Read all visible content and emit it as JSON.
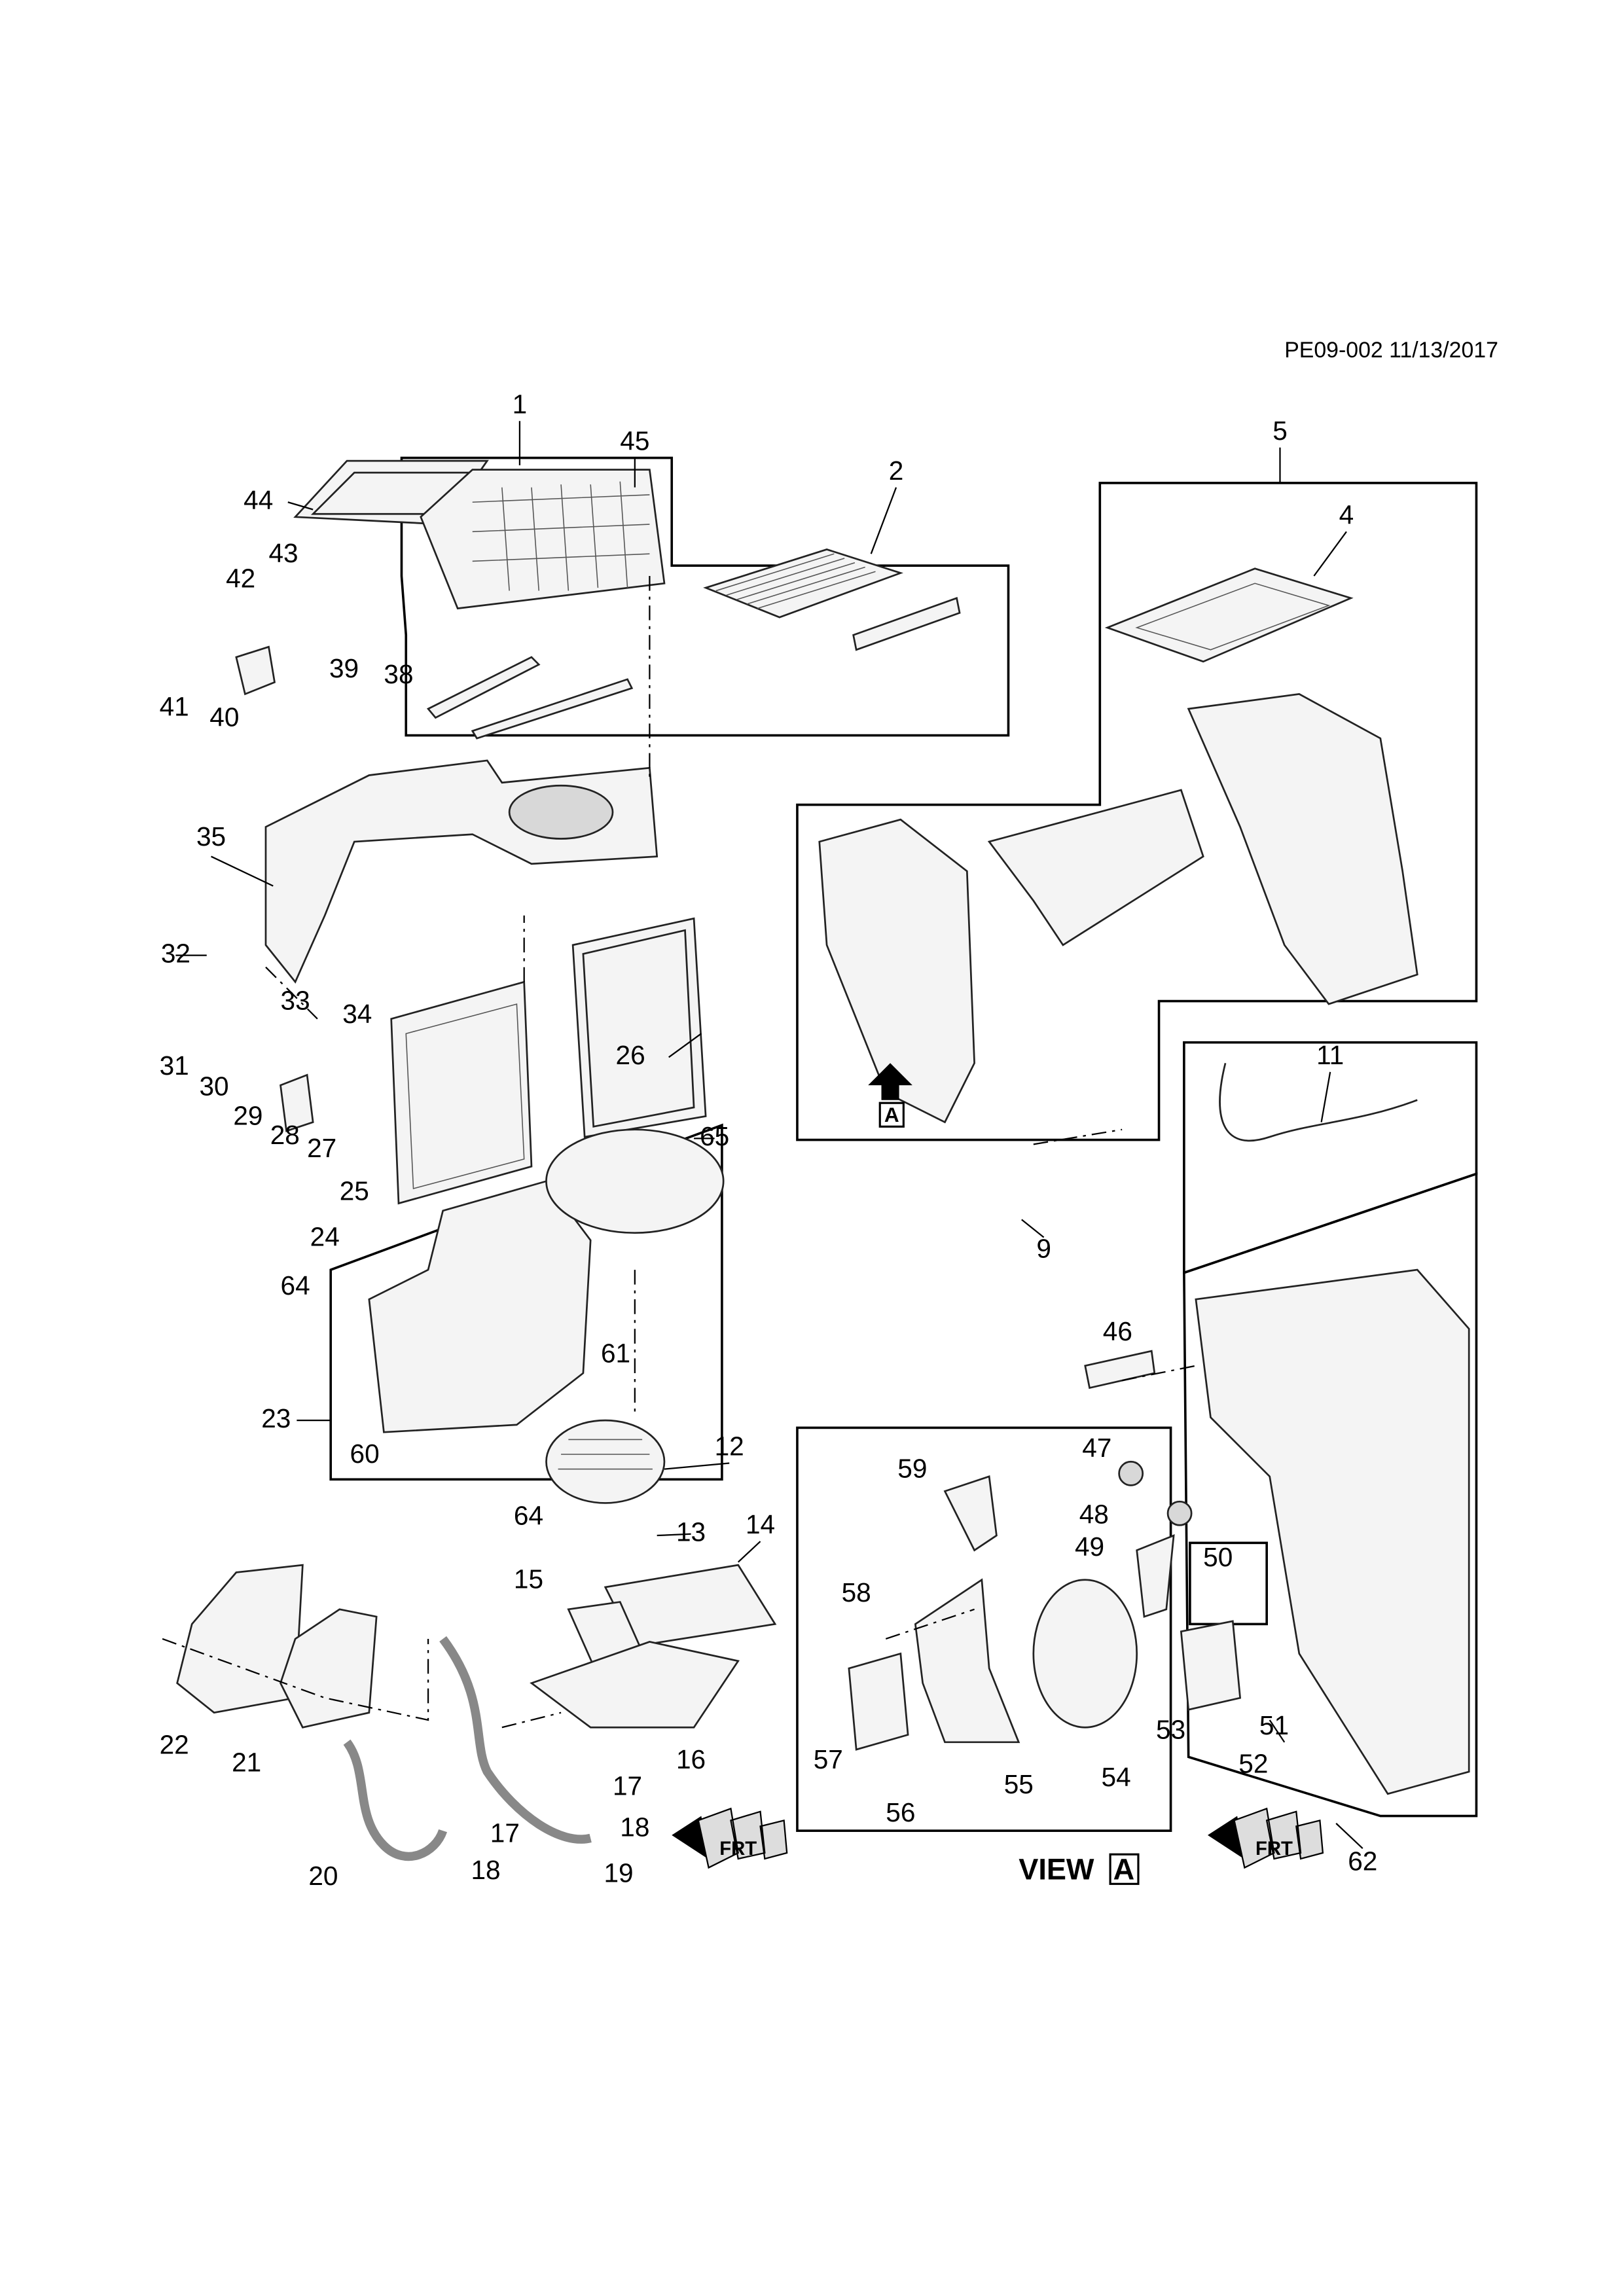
{
  "header": {
    "code": "PE09-002 11/13/2017"
  },
  "view_label": {
    "text": "VIEW",
    "marker": "A"
  },
  "arrow_marker": "A",
  "front_indicator": "FRT",
  "callouts": [
    "1",
    "45",
    "2",
    "5",
    "4",
    "44",
    "43",
    "42",
    "41",
    "40",
    "39",
    "38",
    "35",
    "32",
    "33",
    "34",
    "31",
    "30",
    "29",
    "28",
    "27",
    "26",
    "65",
    "25",
    "11",
    "9",
    "24",
    "64",
    "61",
    "46",
    "23",
    "60",
    "12",
    "64",
    "13",
    "14",
    "47",
    "59",
    "48",
    "49",
    "50",
    "15",
    "58",
    "22",
    "21",
    "16",
    "17",
    "17",
    "18",
    "18",
    "19",
    "20",
    "53",
    "52",
    "51",
    "57",
    "56",
    "55",
    "54",
    "62"
  ]
}
